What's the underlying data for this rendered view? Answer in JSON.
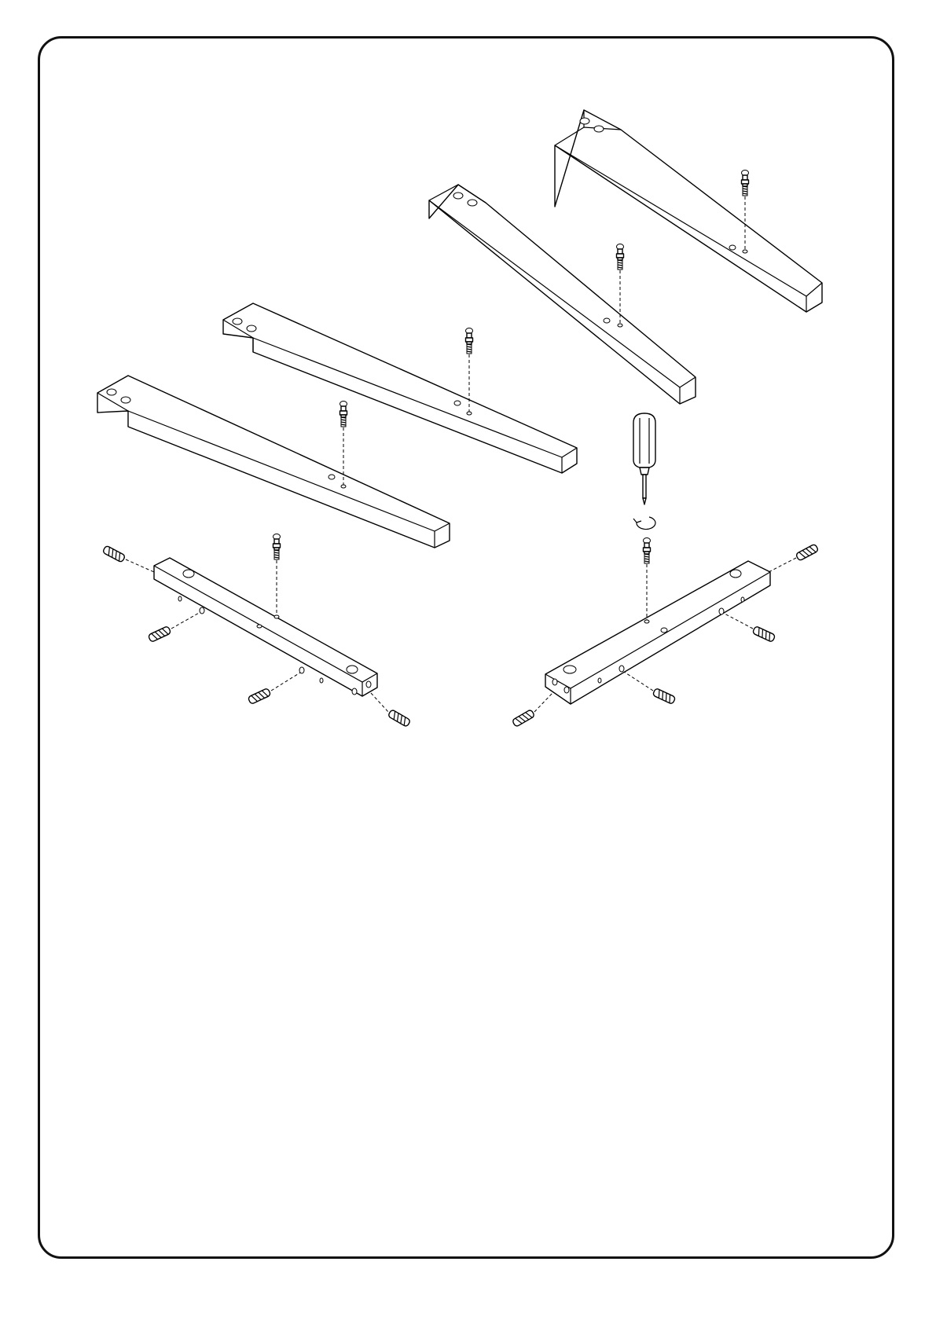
{
  "page": {
    "type": "assembly-instruction-illustration",
    "text": []
  },
  "parts": {
    "legs": [
      "leg-1",
      "leg-2",
      "leg-3",
      "leg-4"
    ],
    "rails": [
      "rail-left",
      "rail-right"
    ],
    "cam_bolts": 6,
    "wood_dowels": 8,
    "tool": "screwdriver-icon"
  },
  "colors": {
    "line": "#000000",
    "background": "#ffffff"
  }
}
